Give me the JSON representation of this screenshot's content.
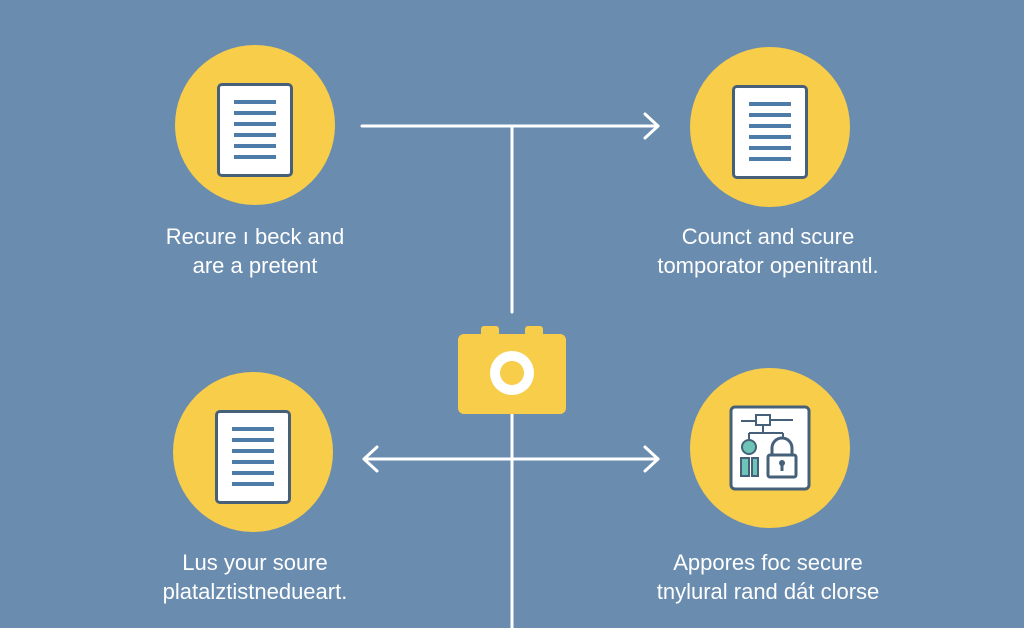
{
  "colors": {
    "background": "#6a8caf",
    "circle": "#f7cd4a",
    "connector": "#ffffff",
    "document_line": "#4d7ca8",
    "icon_outline": "#46607a",
    "lock_accent": "#6fc4b8"
  },
  "nodes": [
    {
      "id": "top-left",
      "icon": "document-icon",
      "lines": [
        "Recure ı beck and",
        "are a pretent"
      ]
    },
    {
      "id": "top-right",
      "icon": "document-icon",
      "lines": [
        "Counct and scure",
        "tomporator openitrantl."
      ]
    },
    {
      "id": "bottom-left",
      "icon": "document-icon",
      "lines": [
        "Lus your soure",
        "platalztistneduеart."
      ]
    },
    {
      "id": "bottom-right",
      "icon": "secure-lock-icon",
      "lines": [
        "Appores foc secure",
        "tnylural rand dát clorse"
      ]
    }
  ],
  "center": {
    "icon": "camera-icon"
  }
}
